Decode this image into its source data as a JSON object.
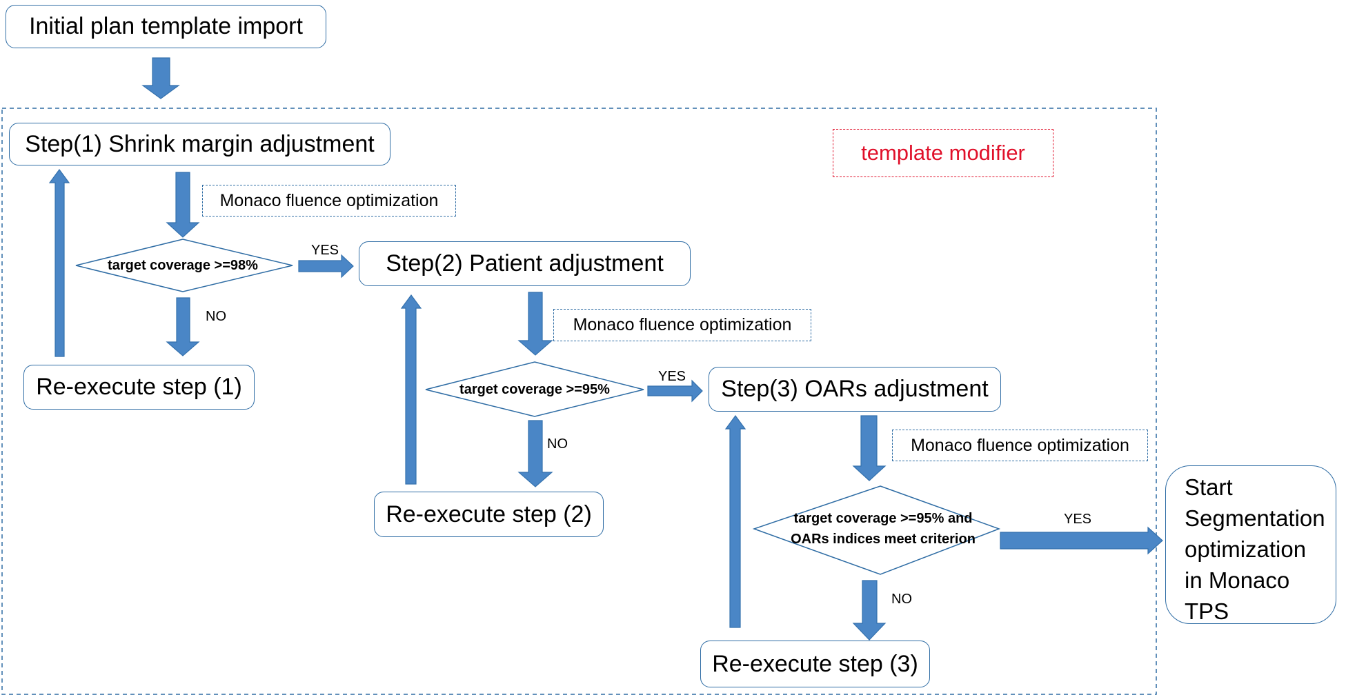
{
  "start": {
    "label": "Initial plan template import"
  },
  "group": {
    "label": "template modifier"
  },
  "step1": {
    "label": "Step(1) Shrink margin adjustment",
    "optimization": "Monaco fluence optimization",
    "condition": [
      "target coverage >=98%"
    ],
    "yes": "YES",
    "no": "NO",
    "retry": "Re-execute step (1)"
  },
  "step2": {
    "label": "Step(2) Patient adjustment",
    "optimization": "Monaco fluence optimization",
    "condition": [
      "target coverage >=95%"
    ],
    "yes": "YES",
    "no": "NO",
    "retry": "Re-execute step (2)"
  },
  "step3": {
    "label": "Step(3) OARs adjustment",
    "optimization": "Monaco fluence optimization",
    "condition": [
      "target coverage >=95% and",
      "OARs indices meet criterion"
    ],
    "yes": "YES",
    "no": "NO",
    "retry": "Re-execute step (3)"
  },
  "end": {
    "lines": [
      "Start",
      "Segmentation",
      "optimization",
      "in Monaco",
      "TPS"
    ]
  },
  "colors": {
    "stroke": "#2e6ca4",
    "arrow_fill": "#4a86c6",
    "arrow_stroke": "#3471ad",
    "group_label": "#e0102a"
  }
}
